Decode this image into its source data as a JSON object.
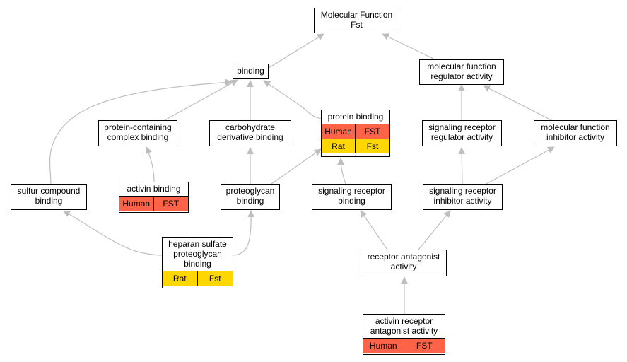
{
  "colors": {
    "human": "#ff6347",
    "rat": "#ffd700",
    "edge": "#bebebe",
    "border": "#000000"
  },
  "nodes": {
    "mf": {
      "lines": [
        "Molecular Function",
        "Fst"
      ]
    },
    "binding": {
      "lines": [
        "binding"
      ]
    },
    "mfra": {
      "lines": [
        "molecular function",
        "regulator activity"
      ]
    },
    "pccb": {
      "lines": [
        "protein-containing",
        "complex binding"
      ]
    },
    "cdb": {
      "lines": [
        "carbohydrate",
        "derivative binding"
      ]
    },
    "pb": {
      "lines": [
        "protein binding"
      ],
      "rows": [
        [
          "Human",
          "FST"
        ],
        [
          "Rat",
          "Fst"
        ]
      ]
    },
    "srra": {
      "lines": [
        "signaling receptor",
        "regulator activity"
      ]
    },
    "mfia": {
      "lines": [
        "molecular function",
        "inhibitor activity"
      ]
    },
    "scb": {
      "lines": [
        "sulfur compound",
        "binding"
      ]
    },
    "ab": {
      "lines": [
        "activin binding"
      ],
      "rows": [
        [
          "Human",
          "FST"
        ]
      ]
    },
    "pgb": {
      "lines": [
        "proteoglycan",
        "binding"
      ]
    },
    "srb": {
      "lines": [
        "signaling receptor",
        "binding"
      ]
    },
    "sria": {
      "lines": [
        "signaling receptor",
        "inhibitor activity"
      ]
    },
    "hspb": {
      "lines": [
        "heparan sulfate",
        "proteoglycan",
        "binding"
      ],
      "rows": [
        [
          "Rat",
          "Fst"
        ]
      ]
    },
    "raa": {
      "lines": [
        "receptor antagonist",
        "activity"
      ]
    },
    "araa": {
      "lines": [
        "activin receptor",
        "antagonist activity"
      ],
      "rows": [
        [
          "Human",
          "FST"
        ]
      ]
    }
  }
}
